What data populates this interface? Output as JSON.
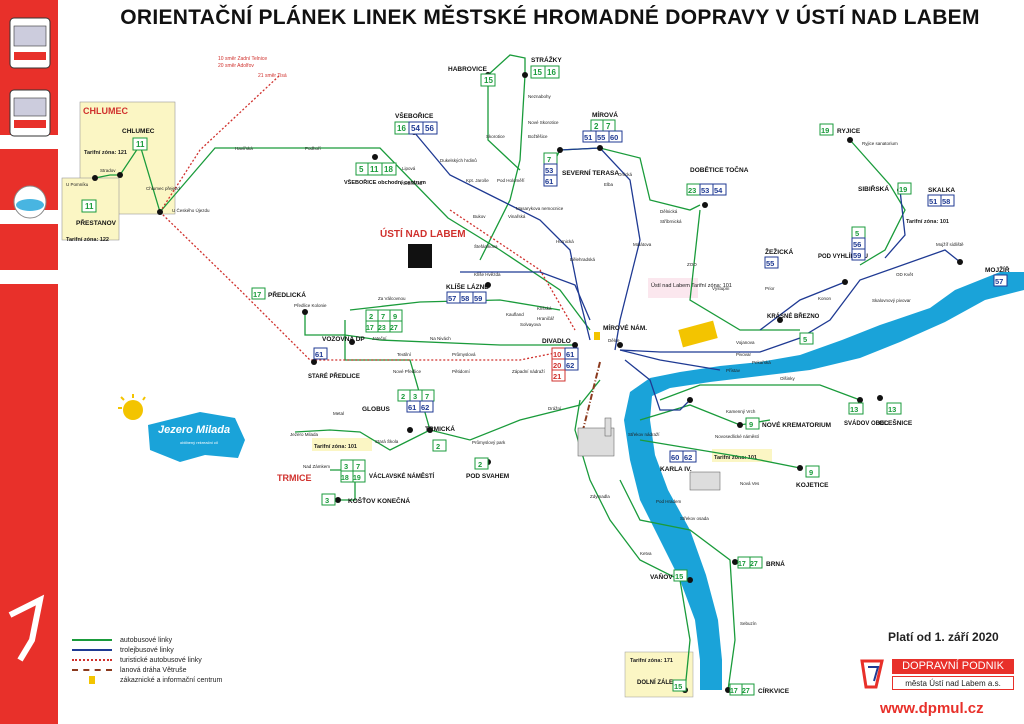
{
  "title": "ORIENTAČNÍ PLÁNEK LINEK MĚSTSKÉ HROMADNÉ DOPRAVY V ÚSTÍ NAD LABEM",
  "colors": {
    "bus": "#1a9b3b",
    "trolley": "#1f3a93",
    "tourist_bus": "#d0312d",
    "cablecar": "#8b3a1e",
    "river": "#1aa3d9",
    "brand": "#e8302a"
  },
  "city_label": "ÚSTÍ NAD LABEM",
  "valid_from": "Platí od 1. září 2020",
  "company": {
    "name": "DOPRAVNÍ PODNIK",
    "sub": "města Ústí nad Labem a.s.",
    "web": "www.dpmul.cz"
  },
  "legend": [
    {
      "label": "autobusové linky"
    },
    {
      "label": "trolejbusové linky"
    },
    {
      "label": "turistické autobusové linky"
    },
    {
      "label": "lanová dráha Větruše"
    },
    {
      "label": "zákaznické a informační centrum"
    }
  ],
  "zones": {
    "chlumec_town": "CHLUMEC",
    "chlumec_zone": "Tarifní zóna: 121",
    "prestanov_zone": "Tarifní zóna: 122",
    "usti_zone": "Ústí nad Labem\nTarifní zóna: 101",
    "trmice_town": "TRMICE",
    "trmice_zone": "Tarifní zóna: 101",
    "karla_zone": "Tarifní zóna: 101",
    "skalka_zone": "Tarifní zóna: 101",
    "zalezly_zone": "Tarifní zóna: 171"
  },
  "lake": {
    "name": "Jezero Milada",
    "sub": "oblíbený rekreační cíl"
  },
  "directions": [
    "10 směr Zadní Telnice",
    "20 směr Adolfov",
    "21 směr Tisá"
  ],
  "stops": [
    {
      "name": "CHLUMEC",
      "lines": [
        "11"
      ]
    },
    {
      "name": "PŘESTANOV",
      "lines": [
        "11"
      ]
    },
    {
      "name": "HABROVICE",
      "lines": [
        "15"
      ]
    },
    {
      "name": "STRÁŽKY",
      "lines": [
        "15",
        "16"
      ]
    },
    {
      "name": "VŠEBOŘICE",
      "lines": [
        "16",
        "54",
        "56"
      ]
    },
    {
      "name": "VŠEBOŘICE obchodní centrum",
      "lines": [
        "5",
        "11",
        "18"
      ]
    },
    {
      "name": "MÍROVÁ",
      "lines": [
        "2",
        "7",
        "51",
        "55",
        "60"
      ]
    },
    {
      "name": "SEVERNÍ TERASA",
      "lines": [
        "7",
        "53",
        "61"
      ]
    },
    {
      "name": "DOBĚTICE TOČNA",
      "lines": [
        "23",
        "53",
        "54"
      ]
    },
    {
      "name": "RYJICE",
      "lines": [
        "19"
      ]
    },
    {
      "name": "SIBIŘSKÁ",
      "lines": [
        "19"
      ]
    },
    {
      "name": "SKALKA",
      "lines": [
        "51",
        "58"
      ]
    },
    {
      "name": "ŽEŽICKÁ",
      "lines": [
        "55"
      ]
    },
    {
      "name": "POD VYHLÍDKOU",
      "lines": [
        "5",
        "56",
        "59"
      ]
    },
    {
      "name": "MOJŽÍŘ",
      "lines": [
        "57"
      ]
    },
    {
      "name": "KRÁSNÉ BŘEZNO",
      "lines": [
        "5"
      ]
    },
    {
      "name": "KLÍŠE LÁZNĚ",
      "lines": [
        "57",
        "58",
        "59"
      ]
    },
    {
      "name": "PŘEDLICKÁ",
      "lines": [
        "17"
      ]
    },
    {
      "name": "VOZOVNA DP",
      "lines": [
        "2",
        "7",
        "9",
        "17",
        "23",
        "27"
      ]
    },
    {
      "name": "STARÉ PŘEDLICE",
      "lines": [
        "61"
      ]
    },
    {
      "name": "DIVADLO",
      "lines": [
        "10",
        "61",
        "20",
        "62",
        "21"
      ]
    },
    {
      "name": "MÍROVÉ NÁM.",
      "lines": []
    },
    {
      "name": "GLOBUS",
      "lines": [
        "2",
        "3",
        "7",
        "61",
        "62"
      ]
    },
    {
      "name": "TRMICKÁ",
      "lines": [
        "2"
      ]
    },
    {
      "name": "VÁCLAVSKÉ NÁMĚSTÍ",
      "lines": [
        "3",
        "7",
        "18",
        "19"
      ]
    },
    {
      "name": "KOŠŤOV KONEČNÁ",
      "lines": [
        "3"
      ]
    },
    {
      "name": "POD SVAHEM",
      "lines": [
        "2"
      ]
    },
    {
      "name": "SVÁDOV OBEC",
      "lines": [
        "13"
      ]
    },
    {
      "name": "OLEŠNICE",
      "lines": [
        "13"
      ]
    },
    {
      "name": "NOVÉ KREMATORIUM",
      "lines": [
        "9"
      ]
    },
    {
      "name": "KARLA IV.",
      "lines": [
        "60",
        "62"
      ]
    },
    {
      "name": "KOJETICE",
      "lines": [
        "9"
      ]
    },
    {
      "name": "VAŇOV",
      "lines": [
        "15"
      ]
    },
    {
      "name": "BRNÁ",
      "lines": [
        "17",
        "27"
      ]
    },
    {
      "name": "DOLNÍ ZÁLEZLY",
      "lines": [
        "15"
      ]
    },
    {
      "name": "CÍRKVICE",
      "lines": [
        "17",
        "27"
      ]
    }
  ],
  "small_labels": [
    "Havířská",
    "Podhoří",
    "Stradov",
    "Chlumec přejezd",
    "U Pomníku",
    "U Českého Újezdu",
    "Lipová",
    "Všebořická",
    "Dukelských hrdinů",
    "Kpt. Jaroše",
    "Pod Holoměří",
    "Bukov",
    "Vinařská",
    "Štefánikova",
    "Klíše Hvězda",
    "Za Válcovnou",
    "Předlice Kolonie",
    "Jateční",
    "Textilní",
    "Průmyslová",
    "Nové Předlice",
    "Pětidomí",
    "Západní nádraží",
    "Kaufland",
    "Klíšská",
    "Hraničář",
    "Solvayova",
    "Masarykova nemocnice",
    "Hornická",
    "Bělehradská",
    "Malátova",
    "ZOO",
    "Dělnická",
    "Stříbrnická",
    "Výstupní",
    "Prior",
    "Vojanova",
    "Pivovar",
    "Pekařská",
    "Přístav",
    "Konon",
    "Skalovnový pivovar",
    "OD Květ",
    "Mojžíř sídliště",
    "Ryjice sanatorium",
    "Olšinky",
    "Kamenný Vrch",
    "Novosedlické náměstí",
    "Střekov nádraží",
    "Nová Ves",
    "Pod Hradem",
    "Střekov osada",
    "Drážní",
    "Zdymadla",
    "Ketva",
    "Sebuzín",
    "Metal",
    "Jezero Milada",
    "Nad Zámkem",
    "Stará Škola",
    "Průmyslový park",
    "Neznabohy",
    "Nové Skorotice",
    "Skorotice",
    "Božtěšice",
    "Elba",
    "Orlická",
    "Na Nivách",
    "Dělce"
  ]
}
